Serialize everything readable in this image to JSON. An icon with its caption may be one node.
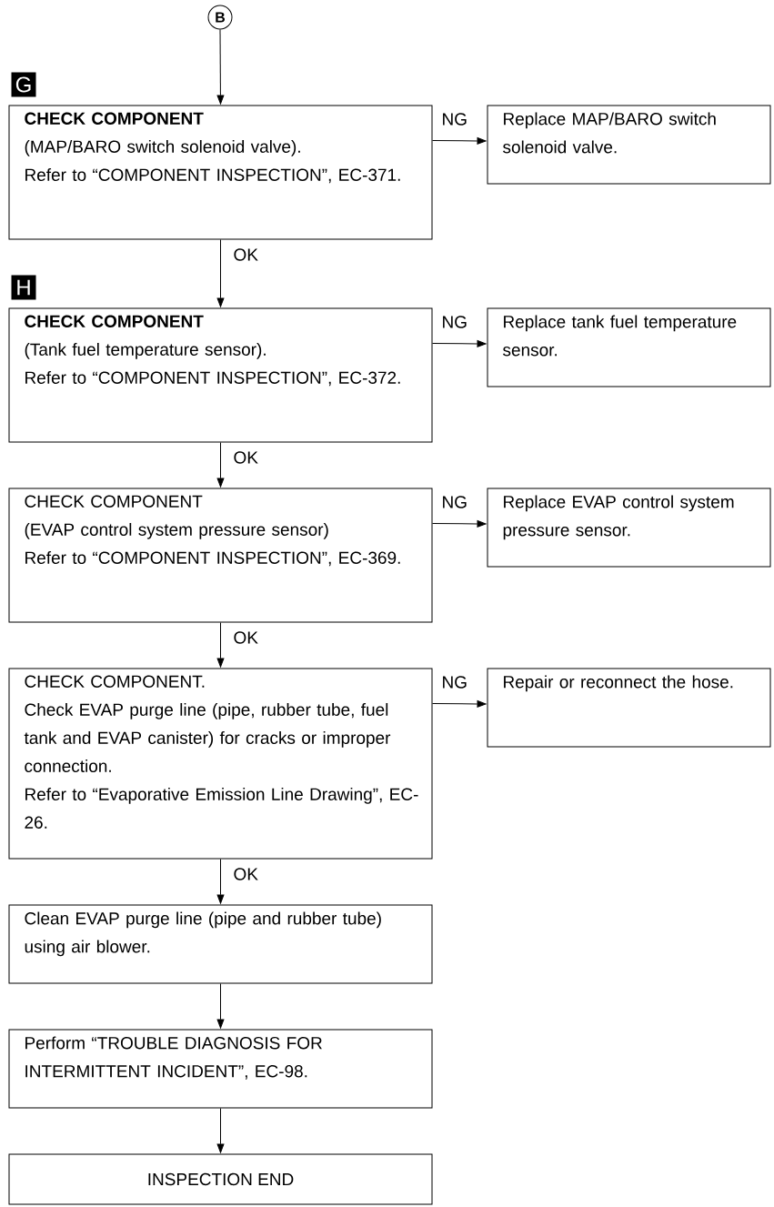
{
  "diagram": {
    "nodes": [
      {
        "text": [
          "B"
        ]
      },
      {
        "text": [
          "**CHECK COMPONENT**",
          "(MAP/BARO switch solenoid valve).",
          "Refer to “COMPONENT INSPECTION”, EC-371."
        ]
      },
      {
        "text": [
          "Replace MAP/BARO switch solenoid valve."
        ]
      },
      {
        "text": [
          "**CHECK COMPONENT**",
          "(Tank fuel temperature sensor).",
          "Refer to “COMPONENT INSPECTION”, EC-372."
        ]
      },
      {
        "text": [
          "Replace tank fuel temperature sensor."
        ]
      },
      {
        "text": [
          "CHECK COMPONENT",
          "(EVAP control system pressure sensor)",
          "Refer to “COMPONENT INSPECTION”, EC-369."
        ]
      },
      {
        "text": [
          "Replace EVAP control system pressure sensor."
        ]
      },
      {
        "text": [
          "CHECK COMPONENT.",
          "Check EVAP purge line (pipe, rubber tube, fuel tank and EVAP canister) for cracks or improper connection.",
          "Refer to “Evaporative Emission Line Drawing”, EC-26."
        ]
      },
      {
        "text": [
          "Repair or reconnect the hose."
        ]
      },
      {
        "text": [
          "Clean EVAP purge line (pipe and rubber tube) using air blower."
        ]
      },
      {
        "text": [
          "Perform “TROUBLE DIAGNOSIS FOR INTERMITTENT INCIDENT”, EC-98."
        ]
      },
      {
        "text": [
          "INSPECTION END"
        ]
      }
    ],
    "edges": [
      {
        "from": 0,
        "to": 1,
        "arrow": "to"
      },
      {
        "from": 1,
        "to": 2,
        "arrow": "to",
        "label": "NG"
      },
      {
        "from": 1,
        "to": 3,
        "arrow": "to",
        "label": "OK"
      },
      {
        "from": 3,
        "to": 4,
        "arrow": "to",
        "label": "NG"
      },
      {
        "from": 3,
        "to": 5,
        "arrow": "to",
        "label": "OK"
      },
      {
        "from": 5,
        "to": 6,
        "arrow": "to",
        "label": "NG"
      },
      {
        "from": 5,
        "to": 7,
        "arrow": "to",
        "label": "OK"
      },
      {
        "from": 7,
        "to": 8,
        "arrow": "to",
        "label": "NG"
      },
      {
        "from": 7,
        "to": 9,
        "arrow": "to",
        "label": "OK"
      },
      {
        "from": 9,
        "to": 10,
        "arrow": "to"
      },
      {
        "from": 10,
        "to": 11,
        "arrow": "to"
      }
    ],
    "labels": [
      "G",
      "H"
    ]
  }
}
